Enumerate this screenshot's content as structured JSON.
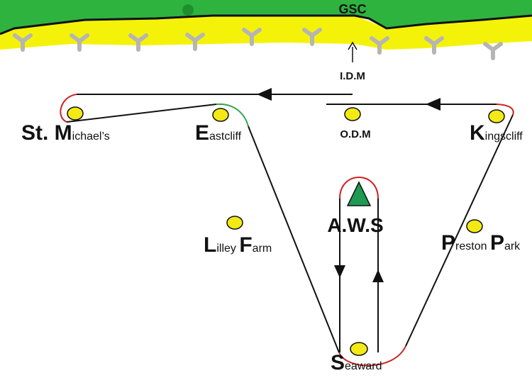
{
  "title": "GSC",
  "colors": {
    "grass": "#2fb33f",
    "sand": "#f5f20a",
    "route": "#111111",
    "turn_red": "#cc2222",
    "turn_green": "#2fa64a",
    "station": "#f3ea15",
    "marker": "#1e9a52",
    "tripod": "#b5b5b5"
  },
  "labels": {
    "idm": "I.D.M",
    "odm": "O.D.M",
    "aws": "A.W.S",
    "st_michaels": {
      "initial": "St. M",
      "rest": "ichael’s"
    },
    "eastcliff": {
      "initial": "E",
      "rest": "astcliff"
    },
    "kingscliff": {
      "initial": "K",
      "rest": "ingscliff"
    },
    "lilley_farm": {
      "initial1": "L",
      "rest1": "illey ",
      "initial2": "F",
      "rest2": "arm"
    },
    "preston_park": {
      "initial1": "P",
      "rest1": "reston ",
      "initial2": "P",
      "rest2": "ark"
    },
    "seaward": {
      "initial": "S",
      "rest": "eaward"
    }
  },
  "icons": {
    "idm_arrow": "arrow-up-icon",
    "tripods": "tripod-icon",
    "aws_marker": "triangle-icon"
  }
}
